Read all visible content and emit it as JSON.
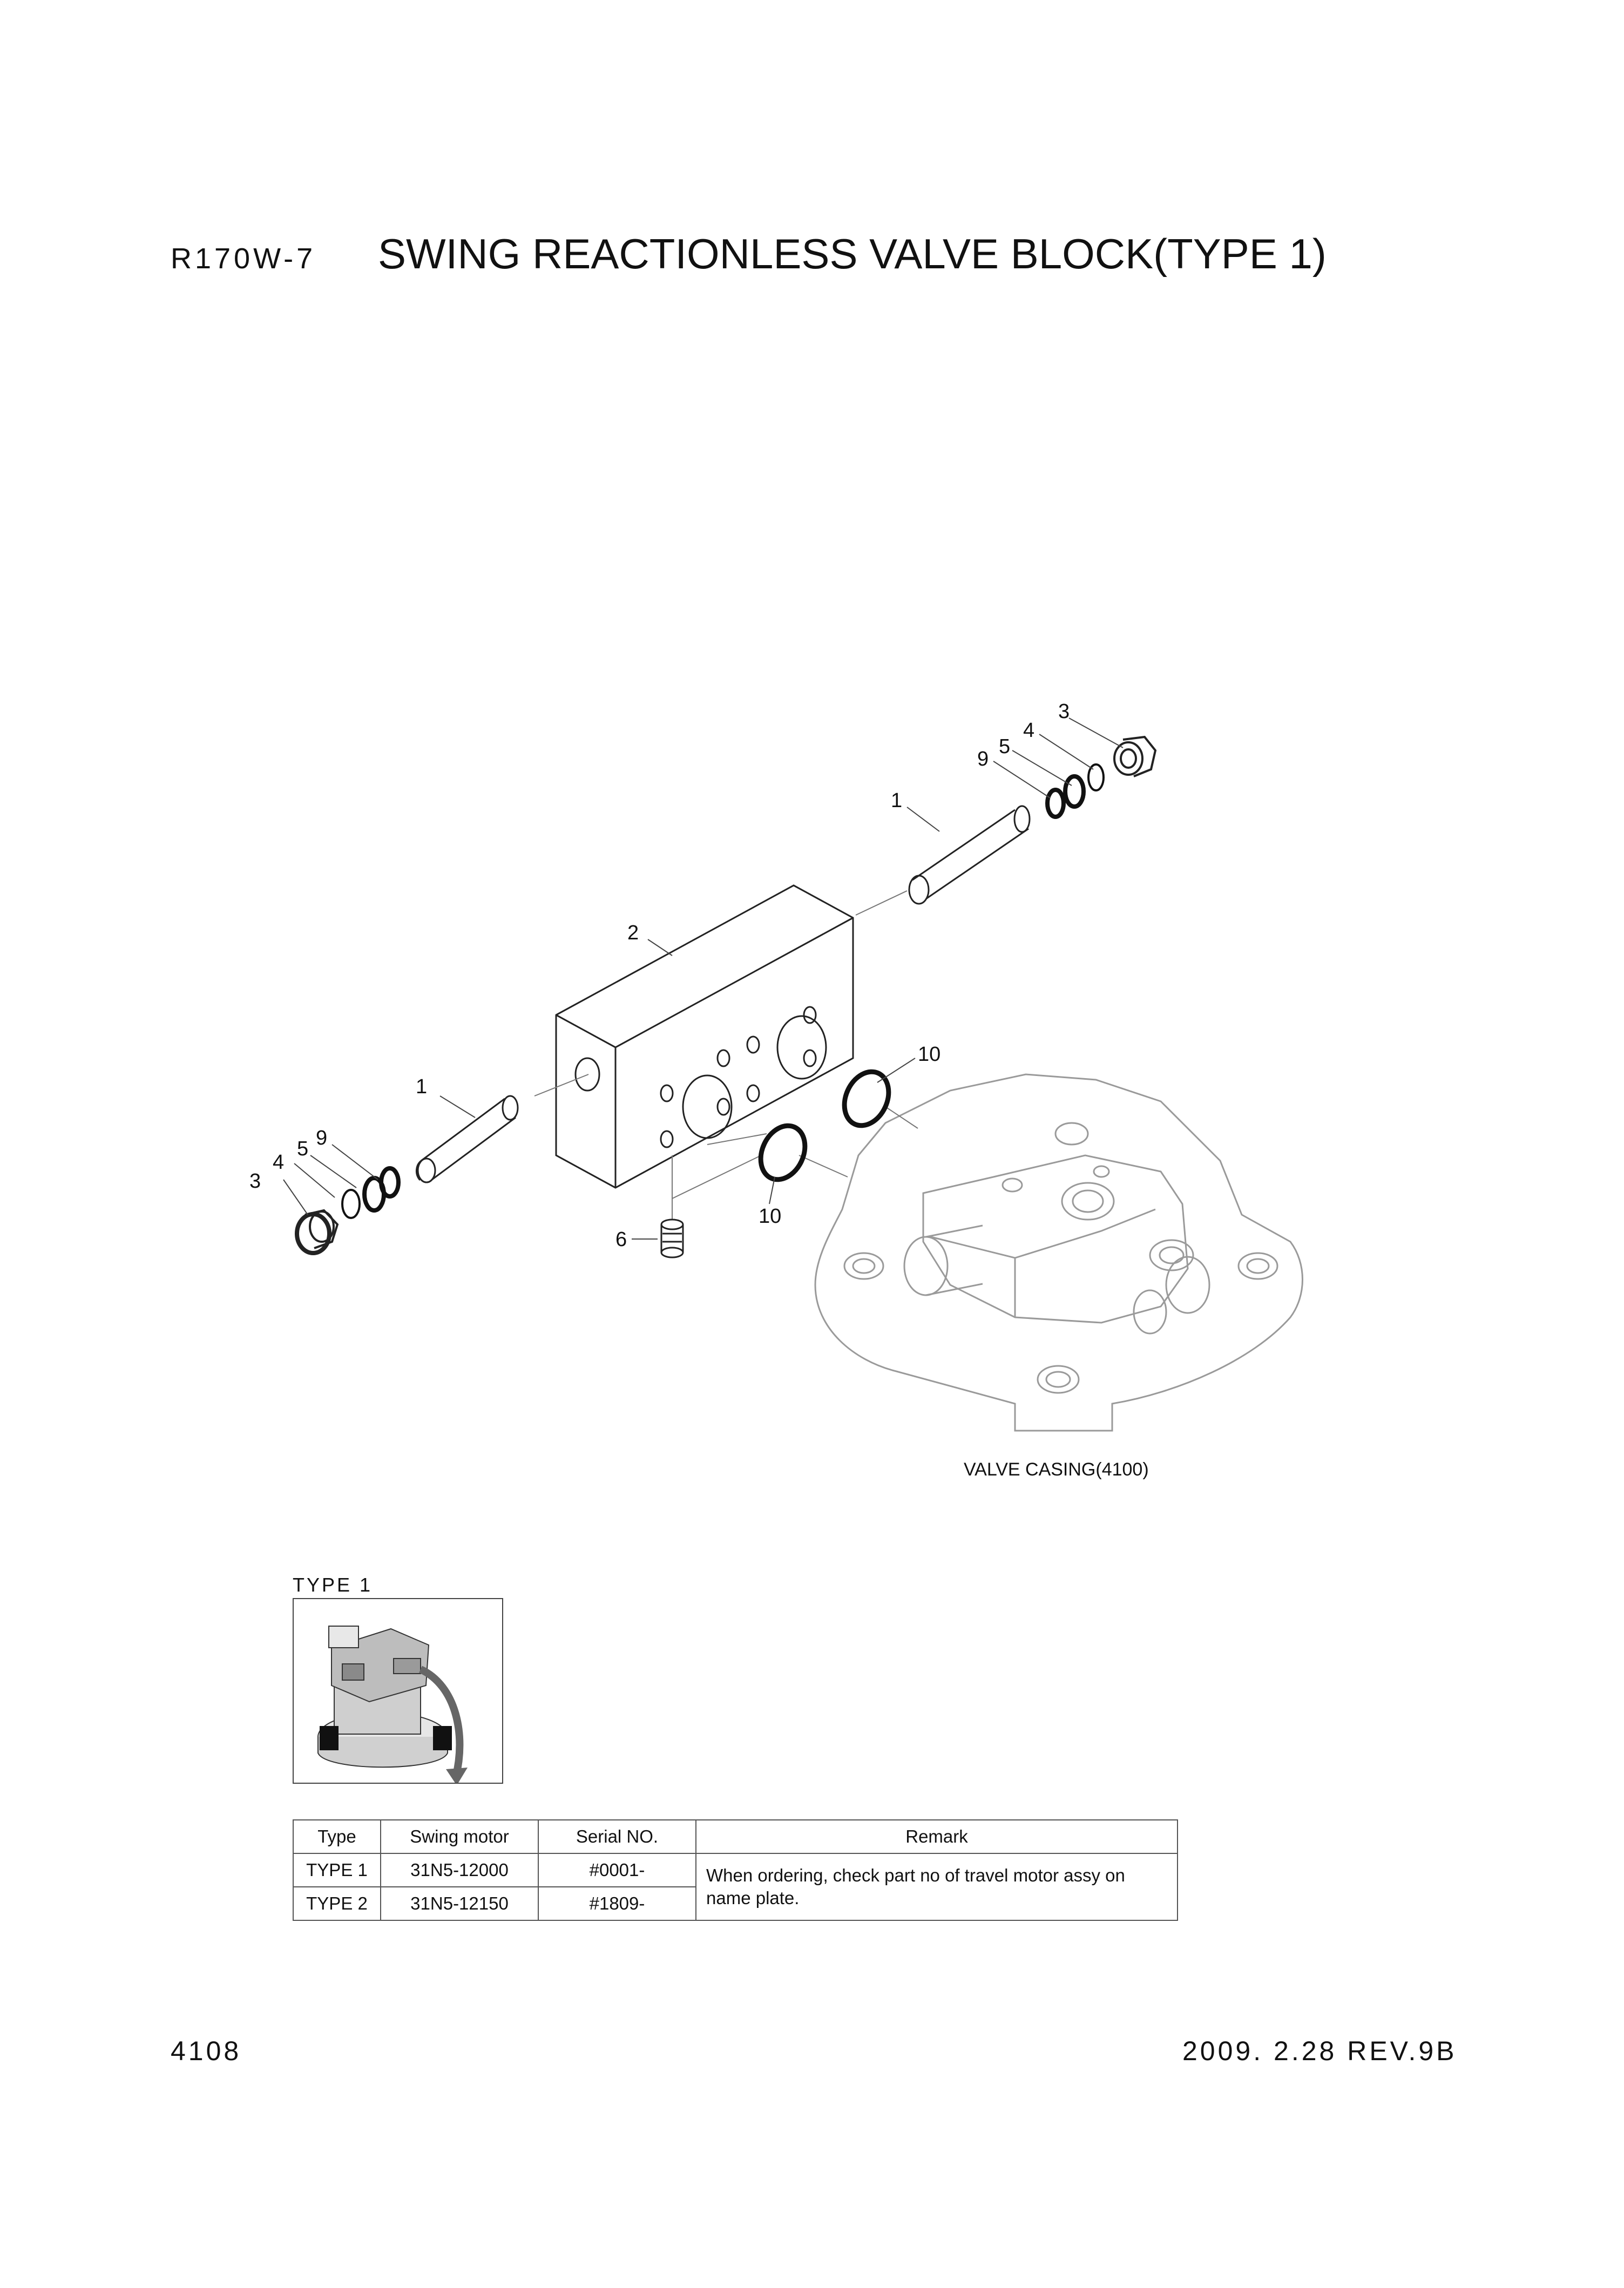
{
  "header": {
    "model": "R170W-7",
    "title": "SWING REACTIONLESS VALVE BLOCK(TYPE 1)"
  },
  "diagram": {
    "callouts": [
      "1",
      "1",
      "2",
      "3",
      "3",
      "4",
      "4",
      "5",
      "5",
      "9",
      "9",
      "6",
      "10",
      "10"
    ],
    "casing_label": "VALVE CASING(4100)"
  },
  "type_inset": {
    "label": "TYPE 1"
  },
  "serial_table": {
    "headers": [
      "Type",
      "Swing motor",
      "Serial NO.",
      "Remark"
    ],
    "rows": [
      [
        "TYPE 1",
        "31N5-12000",
        "#0001-"
      ],
      [
        "TYPE 2",
        "31N5-12150",
        "#1809-"
      ]
    ],
    "remark": "When ordering, check part no of travel motor assy on name plate."
  },
  "footer": {
    "page_number": "4108",
    "date_revision": "2009. 2.28  REV.9B"
  }
}
